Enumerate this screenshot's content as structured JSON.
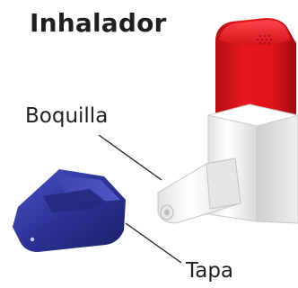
{
  "title": "Inhalador",
  "labels": {
    "mouthpiece": "Boquilla",
    "cap": "Tapa"
  },
  "colors": {
    "canister": "#e0141b",
    "body": "#f4f4f4",
    "cap": "#2a2f8f",
    "leader_line": "#222222",
    "text": "#1f1f1f"
  }
}
